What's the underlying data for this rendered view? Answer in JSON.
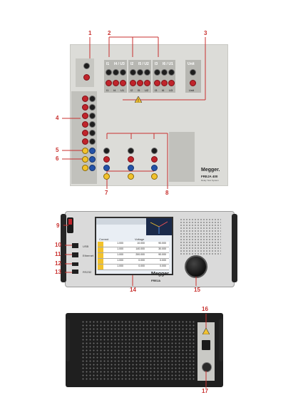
{
  "callouts": [
    "1",
    "2",
    "3",
    "4",
    "5",
    "6",
    "7",
    "8",
    "9",
    "10",
    "11",
    "12",
    "13",
    "14",
    "15",
    "16",
    "17"
  ],
  "front_panel": {
    "group_labels": [
      "I1",
      "I2",
      "I3"
    ],
    "pair_labels": [
      "I4 / U3",
      "I5 / U2",
      "I6 / U1"
    ],
    "sub_labels": [
      "I1",
      "I4",
      "U1",
      "I2",
      "I5",
      "U2",
      "I3",
      "I6",
      "U3"
    ],
    "unit_label": "Unit",
    "unit_sub": "Unit",
    "brand": "Megger.",
    "model": "FREJA 400",
    "model_sub": "Relay Test System"
  },
  "front_device": {
    "brand": "Megger.",
    "model": "FREJA",
    "port_labels": [
      "USB",
      "Ethernet",
      "RS232"
    ],
    "screen_tabs": [
      "Current",
      "Voltage"
    ],
    "screen_rows": [
      [
        "1.000",
        "10.000",
        "90.000"
      ],
      [
        "1.000",
        "140.000",
        "30.000"
      ],
      [
        "1.000",
        "200.000",
        "90.000"
      ],
      [
        "1.000",
        "0.000",
        "0.000"
      ],
      [
        "1.000",
        "0.000",
        "0.000"
      ]
    ]
  },
  "colors": {
    "callout": "#c8312f",
    "panel": "#dcdcd8",
    "grey_strip": "#b9b9b6"
  }
}
